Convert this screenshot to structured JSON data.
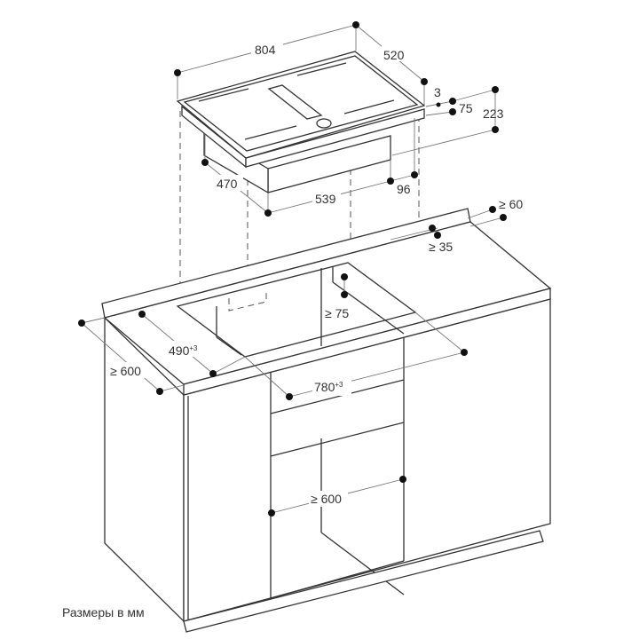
{
  "dimensions": {
    "width": "804",
    "depth": "520",
    "glass_offset": "3",
    "lip": "75",
    "height": "223",
    "body_depth": "470",
    "body_width": "539",
    "body_offset": "96",
    "back_min": "≥ 60",
    "edge_min": "≥ 35",
    "drawer_min": "≥ 75",
    "cutout_depth": "490",
    "cutout_depth_tol": "+3",
    "cutout_width": "780",
    "cutout_width_tol": "+3",
    "counter_depth_min": "≥ 600",
    "cabinet_width_min": "≥ 600"
  },
  "caption": "Размеры в мм"
}
